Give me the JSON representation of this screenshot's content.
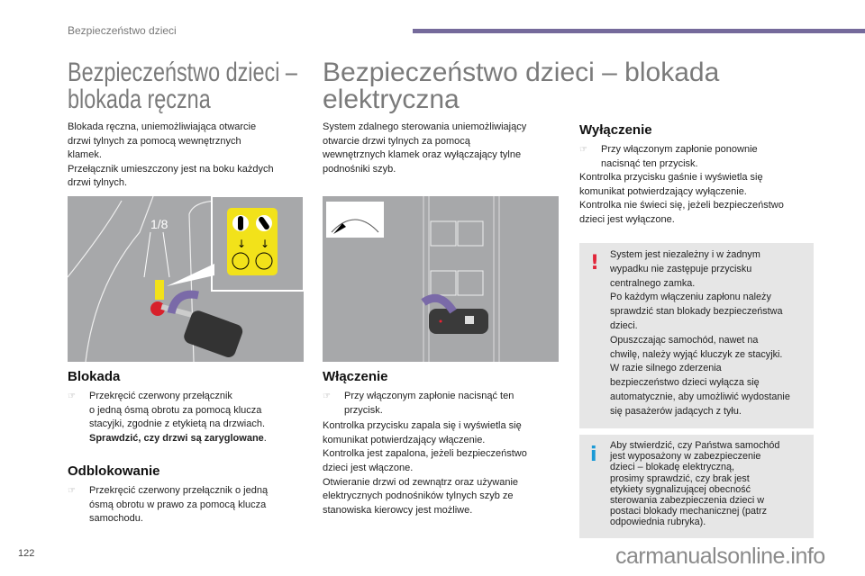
{
  "header": {
    "section": "Bezpieczeństwo dzieci",
    "accent_color": "#756a9b"
  },
  "left": {
    "title_line1": "Bezpieczeństwo dzieci –",
    "title_line2": "blokada ręczna",
    "intro": [
      "Blokada ręczna, uniemożliwiająca otwarcie",
      "drzwi tylnych za pomocą wewnętrznych",
      "klamek.",
      "Przełącznik umieszczony jest na boku każdych",
      "drzwi tylnych."
    ],
    "figure": {
      "fraction_label": "1/8"
    },
    "blokada": {
      "heading": "Blokada",
      "bullet": [
        "Przekręcić czerwony przełącznik",
        "o jedną ósmą obrotu za pomocą klucza",
        "stacyjki, zgodnie z etykietą na drzwiach."
      ],
      "bold": "Sprawdzić, czy drzwi są zaryglowane",
      "bold_end": "."
    },
    "odblokowanie": {
      "heading": "Odblokowanie",
      "bullet": [
        "Przekręcić czerwony przełącznik o jedną",
        "ósmą obrotu w prawo za pomocą klucza",
        "samochodu."
      ]
    }
  },
  "right": {
    "title_line1": "Bezpieczeństwo dzieci – blokada",
    "title_line2": "elektryczna",
    "intro": [
      "System zdalnego sterowania uniemożliwiający",
      "otwarcie drzwi tylnych za pomocą",
      "wewnętrznych klamek oraz wyłączający tylne",
      "podnośniki szyb."
    ],
    "wlaczenie": {
      "heading": "Włączenie",
      "bullet": [
        "Przy włączonym zapłonie nacisnąć ten",
        "przycisk."
      ],
      "body": [
        "Kontrolka przycisku zapala się i wyświetla się",
        "komunikat potwierdzający włączenie.",
        "Kontrolka jest zapalona, jeżeli bezpieczeństwo",
        "dzieci jest włączone.",
        "Otwieranie drzwi od zewnątrz oraz używanie",
        "elektrycznych podnośników tylnych szyb ze",
        "stanowiska kierowcy jest możliwe."
      ]
    },
    "wylaczenie": {
      "heading": "Wyłączenie",
      "bullet": [
        "Przy włączonym zapłonie ponownie",
        "nacisnąć ten przycisk."
      ],
      "body": [
        "Kontrolka przycisku gaśnie i wyświetla się",
        "komunikat potwierdzający wyłączenie.",
        "Kontrolka nie świeci się, jeżeli bezpieczeństwo",
        "dzieci jest wyłączone."
      ]
    },
    "warning": {
      "icon": "exclamation-icon",
      "color": "#e2263a",
      "lines": [
        "System jest niezależny i w żadnym",
        "wypadku nie zastępuje przycisku",
        "centralnego zamka.",
        "Po każdym włączeniu zapłonu należy",
        "sprawdzić stan blokady bezpieczeństwa",
        "dzieci.",
        "Opuszczając samochód, nawet na",
        "chwilę, należy wyjąć kluczyk ze stacyjki.",
        "W razie silnego zderzenia",
        "bezpieczeństwo dzieci wyłącza się",
        "automatycznie, aby umożliwić wydostanie",
        "się pasażerów jadących z tyłu."
      ]
    },
    "info": {
      "icon": "info-icon",
      "color": "#1a9ad6",
      "lines": [
        "Aby stwierdzić, czy Państwa samochód",
        "jest wyposażony w zabezpieczenie",
        "dzieci – blokadę elektryczną,",
        "prosimy sprawdzić, czy brak jest",
        "etykiety sygnalizującej obecność",
        "sterowania zabezpieczenia dzieci w",
        "postaci blokady mechanicznej (patrz",
        "odpowiednia rubryka)."
      ]
    }
  },
  "footer": {
    "page_number": "122",
    "watermark": "carmanualsonline.info"
  }
}
